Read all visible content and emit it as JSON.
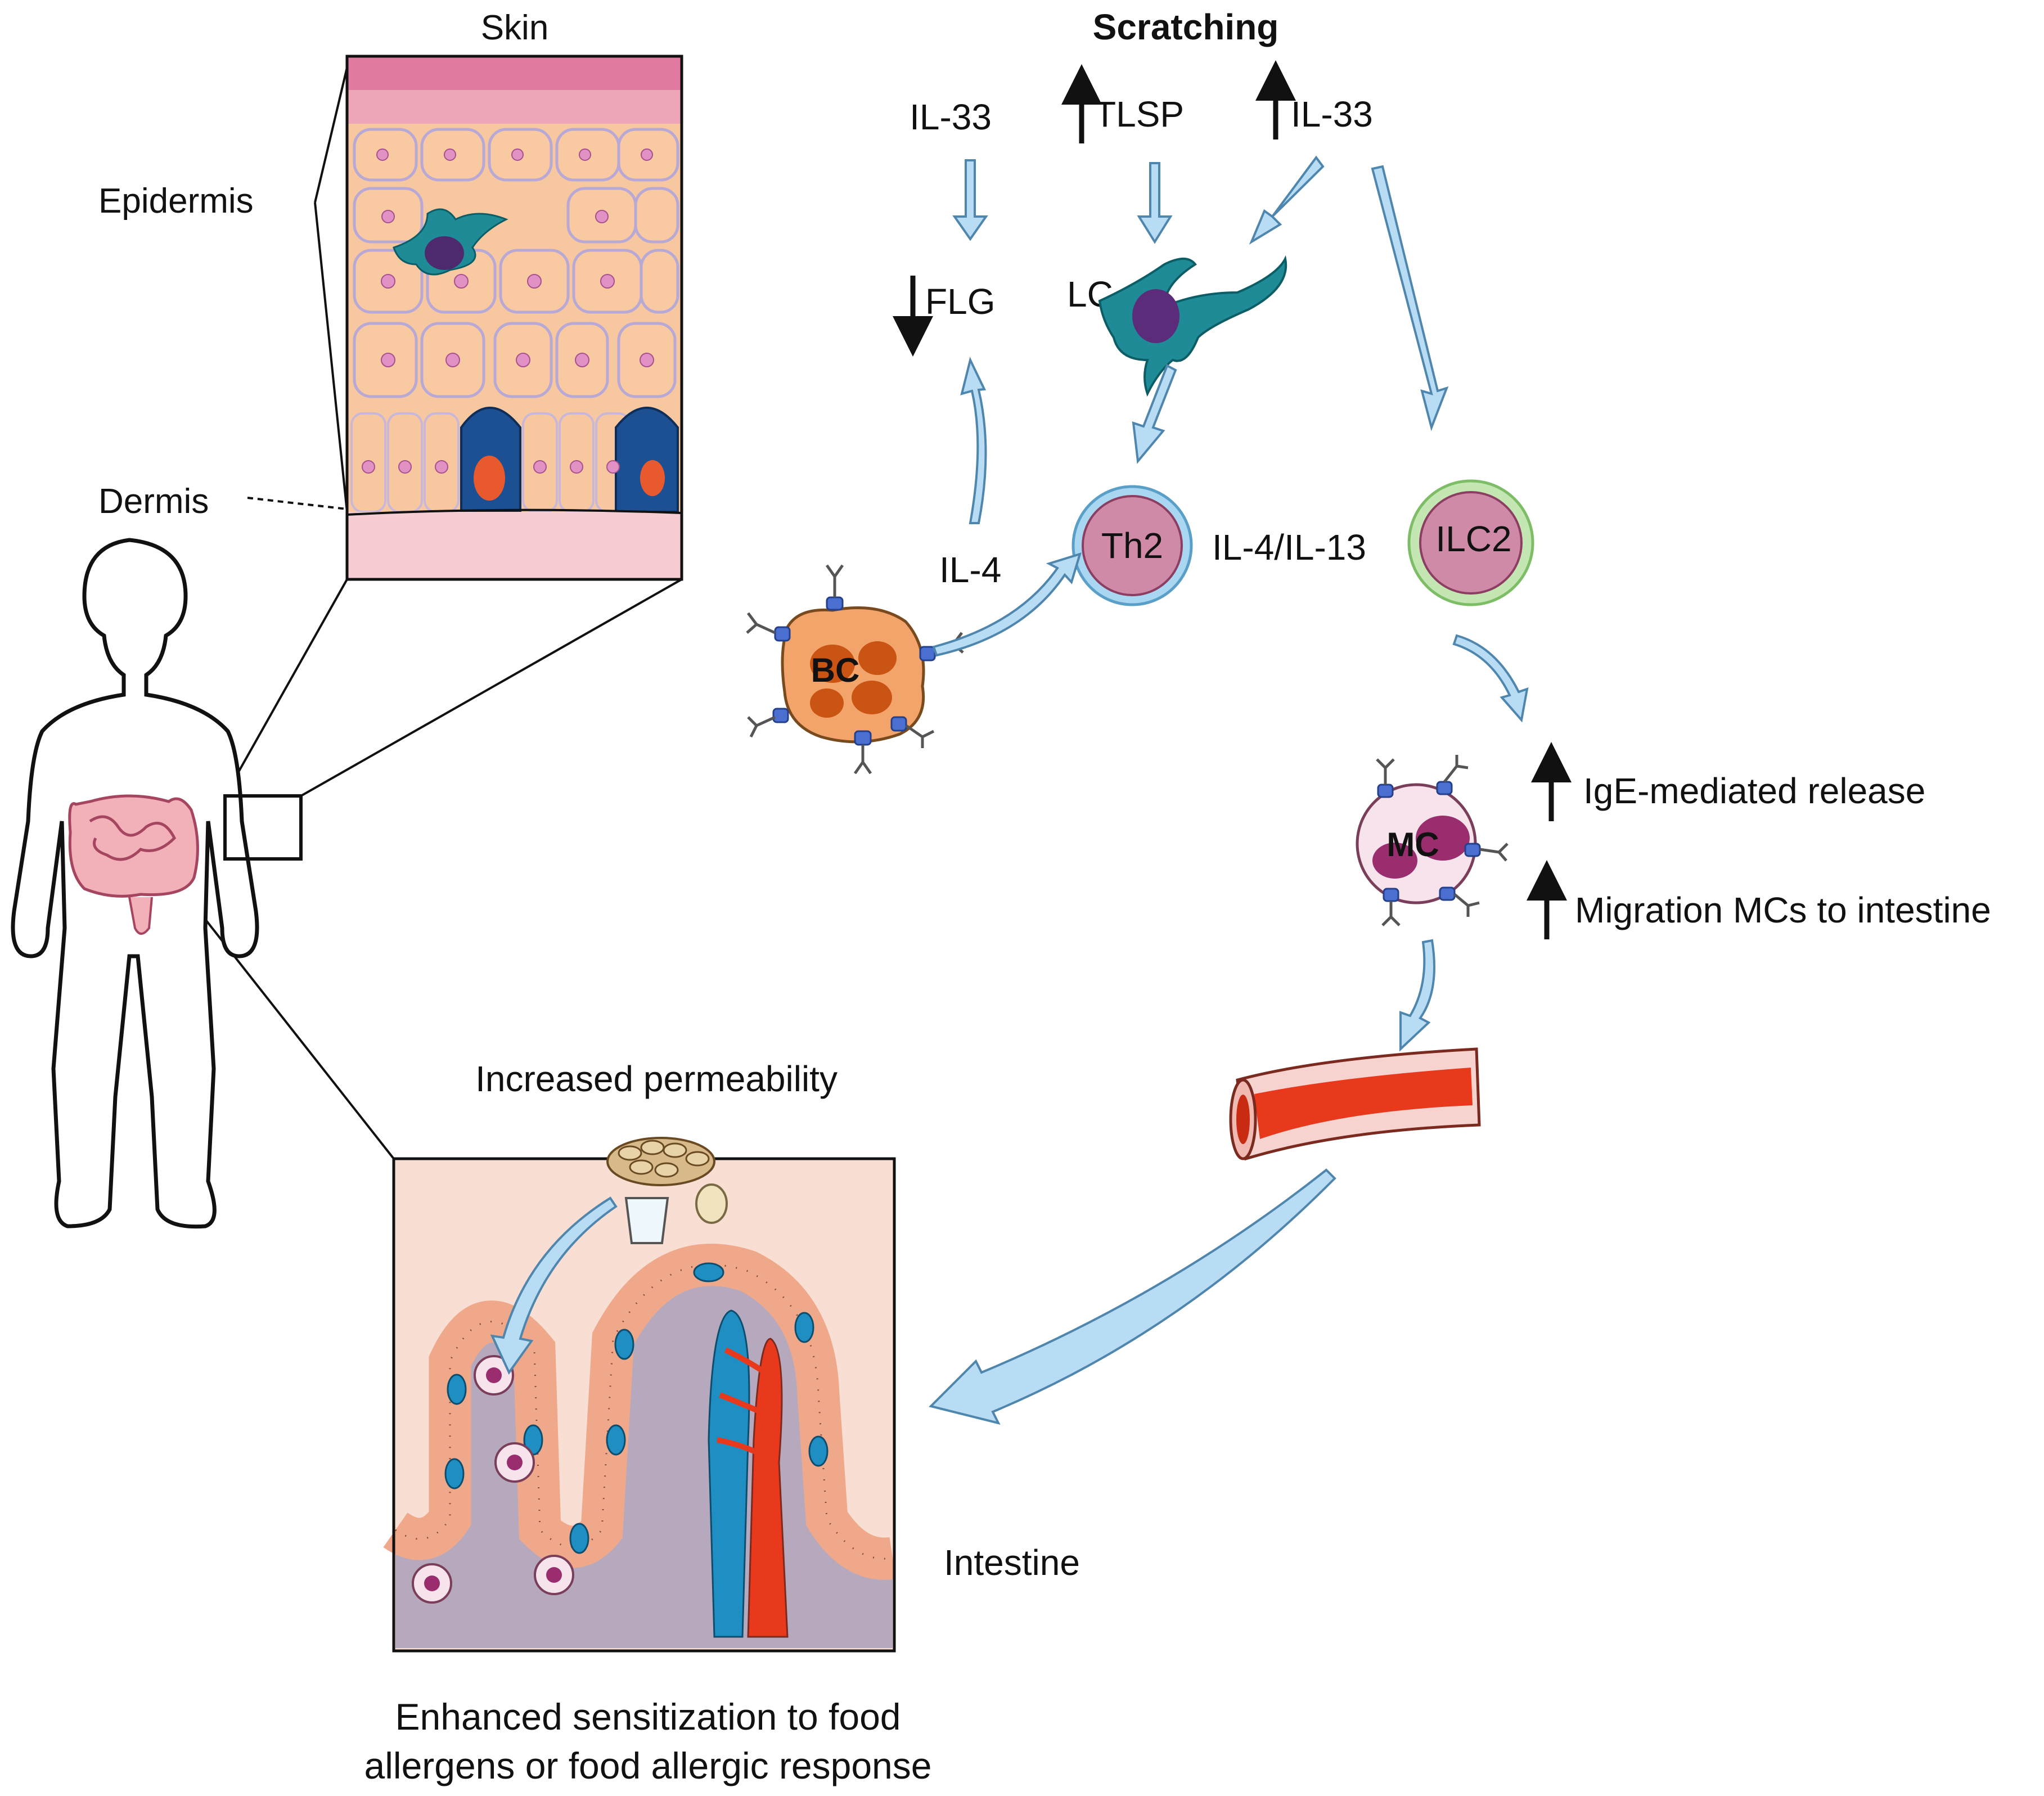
{
  "labels": {
    "skin": "Skin",
    "epidermis": "Epidermis",
    "dermis": "Dermis",
    "scratching": "Scratching",
    "il33_left": "IL-33",
    "tlsp": "TLSP",
    "il33_right": "IL-33",
    "flg": "FLG",
    "lc": "LC",
    "il4": "IL-4",
    "th2": "Th2",
    "il4_il13": "IL-4/IL-13",
    "ilc2": "ILC2",
    "bc": "BC",
    "mc": "MC",
    "ige_release": "IgE-mediated release",
    "migration": "Migration MCs to intestine",
    "increased_permeability": "Increased permeability",
    "intestine": "Intestine",
    "caption_line1": "Enhanced sensitization to food",
    "caption_line2": "allergens or food allergic response"
  },
  "colors": {
    "arrow_fill": "#b8dcf3",
    "arrow_stroke": "#4f86ad",
    "th2_ring": "#9fd0ee",
    "ilc2_ring": "#b7e0a6",
    "cell_body": "#cf8aa8",
    "blood_red": "#e8391c",
    "lc_cell": "#1e8b97",
    "bc_cell": "#f3a46a"
  },
  "icons": [
    "human-body-silhouette-icon",
    "skin-cross-section-icon",
    "langerhans-cell-icon",
    "basophil-icon",
    "mast-cell-icon",
    "blood-vessel-icon",
    "intestinal-villi-icon",
    "food-allergens-icon"
  ]
}
